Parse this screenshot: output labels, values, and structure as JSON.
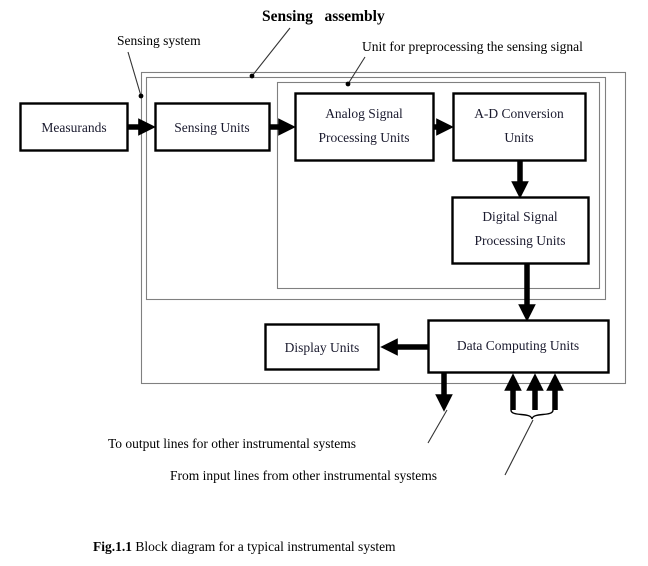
{
  "figure": {
    "title": "Sensing   assembly",
    "caption_bold": "Fig.1.1",
    "caption_rest": " Block diagram for a typical instrumental system"
  },
  "annotations": {
    "sensing_system": "Sensing system",
    "preprocessing_unit": "Unit for preprocessing the sensing signal",
    "output_lines": "To output lines for other instrumental systems",
    "input_lines": "From input lines from other instrumental systems"
  },
  "blocks": {
    "measurands": "Measurands",
    "sensing_units": "Sensing Units",
    "analog_line1": "Analog Signal",
    "analog_line2": "Processing Units",
    "adc_line1": "A-D Conversion",
    "adc_line2": "Units",
    "digital_line1": "Digital Signal",
    "digital_line2": "Processing Units",
    "display_units": "Display Units",
    "data_computing_units": "Data Computing Units"
  },
  "colors": {
    "background": "#ffffff",
    "block_stroke": "#000000",
    "container_stroke": "#808080",
    "text": "#000000",
    "block_text": "#1a1a2e"
  }
}
